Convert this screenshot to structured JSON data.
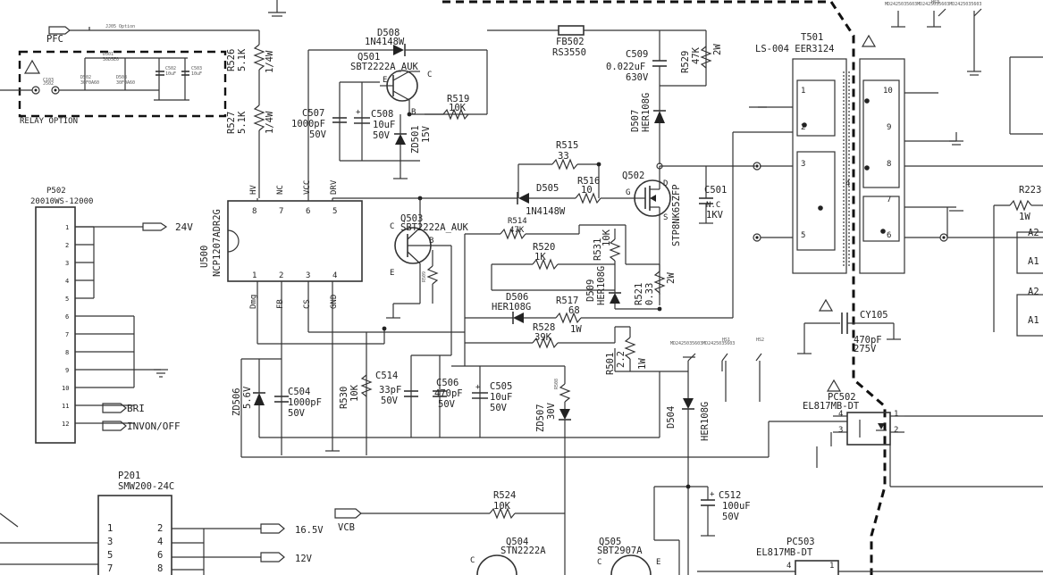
{
  "relay": {
    "label": "RELAY OPTION",
    "parts": [
      "D501",
      "30D5E0",
      "D502",
      "30F0A60",
      "D503",
      "30F0A60",
      "C502",
      "10uF",
      "C503",
      "10uF",
      "J502",
      "C103"
    ]
  },
  "pfc": {
    "label": "PFC",
    "jumper": "JJ05 Option"
  },
  "r526": {
    "ref": "R526",
    "value": "5.1K",
    "rating": "1/4W"
  },
  "r527": {
    "ref": "R527",
    "value": "5.1K",
    "rating": "1/4W"
  },
  "d508": {
    "ref": "D508",
    "part": "1N4148W"
  },
  "q501": {
    "ref": "Q501",
    "part": "SBT2222A_AUK",
    "pin_b": "B",
    "pin_e": "E",
    "pin_c": "C"
  },
  "c507": {
    "ref": "C507",
    "value": "1000pF",
    "volt": "50V"
  },
  "c508": {
    "ref": "C508",
    "value": "10uF",
    "volt": "50V"
  },
  "zd501": {
    "ref": "ZD501",
    "volt": "15V"
  },
  "r519": {
    "ref": "R519",
    "value": "10K"
  },
  "fb502": {
    "ref": "FB502",
    "part": "RS3550"
  },
  "c509": {
    "ref": "C509",
    "value": "0.022uF",
    "volt": "630V"
  },
  "r529": {
    "ref": "R529",
    "value": "47K",
    "rating": "2W"
  },
  "d507": {
    "ref": "D507",
    "part": "HER108G"
  },
  "t501": {
    "ref": "T501",
    "part": "LS-004 EER3124",
    "pins": [
      "1",
      "2",
      "3",
      "4",
      "5",
      "10",
      "9",
      "8",
      "7",
      "6"
    ]
  },
  "r515": {
    "ref": "R515",
    "value": "33"
  },
  "r516": {
    "ref": "R516",
    "value": "10"
  },
  "d505": {
    "ref": "D505",
    "part": "1N4148W"
  },
  "q502": {
    "ref": "Q502",
    "part": "STP8NK65ZFP",
    "pin_g": "G",
    "pin_d": "D",
    "pin_s": "S"
  },
  "c501": {
    "ref": "C501",
    "value": "N.C",
    "volt": "1KV"
  },
  "p502": {
    "ref": "P502",
    "part": "20010WS-12000",
    "pins": [
      "1",
      "2",
      "3",
      "4",
      "5",
      "6",
      "7",
      "8",
      "9",
      "10",
      "11",
      "12"
    ]
  },
  "nets": {
    "v24": "24V",
    "bri": "BRI",
    "invon": "INVON/OFF",
    "vcb": "VCB",
    "v16": "16.5V",
    "v12": "12V"
  },
  "u500": {
    "ref": "U500",
    "part": "NCP1207ADR2G",
    "top_pins": [
      "8",
      "7",
      "6",
      "5"
    ],
    "top_names": [
      "HV",
      "NC",
      "VCC",
      "DRV"
    ],
    "bot_pins": [
      "1",
      "2",
      "3",
      "4"
    ],
    "bot_names": [
      "Dmg",
      "FB",
      "CS",
      "GND"
    ]
  },
  "q503": {
    "ref": "Q503",
    "part": "SBT2222A_AUK",
    "pin_c": "C",
    "pin_b": "B",
    "pin_e": "E"
  },
  "r514": {
    "ref": "R514",
    "value": "47K"
  },
  "r520": {
    "ref": "R520",
    "value": "1K"
  },
  "r531": {
    "ref": "R531",
    "value": "10K"
  },
  "r521": {
    "ref": "R521",
    "value": "0.33",
    "rating": "2W"
  },
  "d509": {
    "ref": "D509",
    "part": "HER108G"
  },
  "d506": {
    "ref": "D506",
    "part": "HER108G"
  },
  "r517": {
    "ref": "R517",
    "value": "68",
    "rating": "1W"
  },
  "r528": {
    "ref": "R528",
    "value": "39K"
  },
  "r501": {
    "ref": "R501",
    "value": "2.2",
    "rating": "1W"
  },
  "r509": {
    "ref": "R509"
  },
  "r508": {
    "ref": "R508"
  },
  "zd506": {
    "ref": "ZD506",
    "volt": "5.6V"
  },
  "c504": {
    "ref": "C504",
    "value": "1000pF",
    "volt": "50V"
  },
  "r530": {
    "ref": "R530",
    "value": "10K"
  },
  "c514": {
    "ref": "C514",
    "value": "33pF",
    "volt": "50V"
  },
  "c506": {
    "ref": "C506",
    "value": "470pF",
    "volt": "50V"
  },
  "c505": {
    "ref": "C505",
    "value": "10uF",
    "volt": "50V"
  },
  "zd507": {
    "ref": "ZD507",
    "volt": "30V"
  },
  "d504": {
    "ref": "D504",
    "part": "HER108G"
  },
  "cy105": {
    "ref": "CY105",
    "value": "470pF",
    "volt": "275V"
  },
  "pc502": {
    "ref": "PC502",
    "part": "EL817MB-DT",
    "pins": [
      "4",
      "3",
      "1",
      "2"
    ]
  },
  "pc503": {
    "ref": "PC503",
    "part": "EL817MB-DT"
  },
  "r223": {
    "ref": "R223",
    "rating": "1W"
  },
  "r524": {
    "ref": "R524",
    "value": "10K"
  },
  "c512": {
    "ref": "C512",
    "value": "100uF",
    "volt": "50V"
  },
  "p201": {
    "ref": "P201",
    "part": "SMW200-24C",
    "pins": [
      "1",
      "2",
      "3",
      "4",
      "5",
      "6",
      "7",
      "8"
    ]
  },
  "q504": {
    "ref": "Q504",
    "part": "STN2222A"
  },
  "q505": {
    "ref": "Q505",
    "part": "SBT2907A"
  },
  "ground_labels": {
    "mid": "HS1",
    "right": "HS2",
    "top": "HS3"
  },
  "colors": {
    "ink": "#222222",
    "paper": "#ffffff",
    "wire": "#333333"
  }
}
